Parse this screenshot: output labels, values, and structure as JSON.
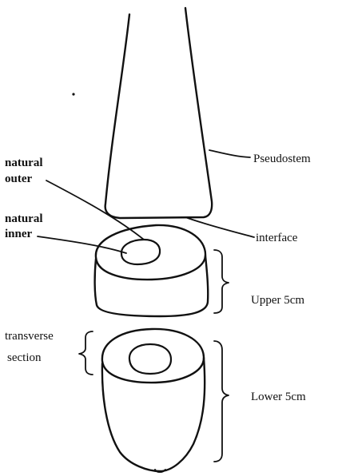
{
  "labels": {
    "natural_outer_line1": "natural",
    "natural_outer_line2": "outer",
    "natural_inner_line1": "natural",
    "natural_inner_line2": "inner",
    "pseudostem": "Pseudostem",
    "interface": "interface",
    "upper": "Upper 5cm",
    "lower": "Lower 5cm",
    "transverse_line1": "transverse",
    "transverse_line2": "section"
  }
}
